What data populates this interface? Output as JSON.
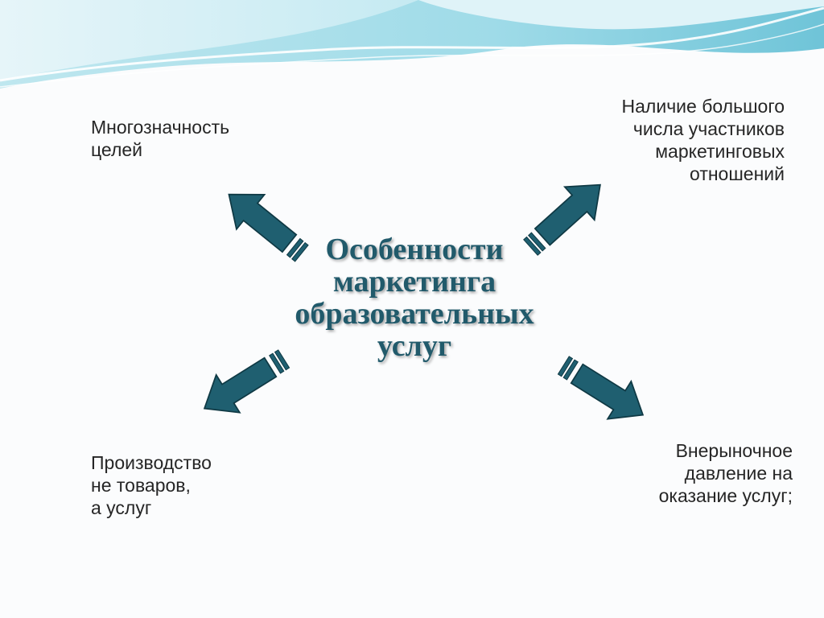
{
  "slide": {
    "title": "Особенности\nмаркетинга\nобразовательных\nуслуг",
    "features": {
      "top_left": "Многозначность\nцелей",
      "top_right": "Наличие большого\nчисла участников\nмаркетинговых\nотношений",
      "bottom_left": "Производство\nне товаров,\nа услуг",
      "bottom_right": "Внерыночное\nдавление на\nоказание услуг;"
    }
  },
  "colors": {
    "arrow_fill": "#1f5f70",
    "title_color": "#215a6b",
    "wave_light": "#bfe7ef",
    "wave_mid": "#7fcfe0"
  }
}
